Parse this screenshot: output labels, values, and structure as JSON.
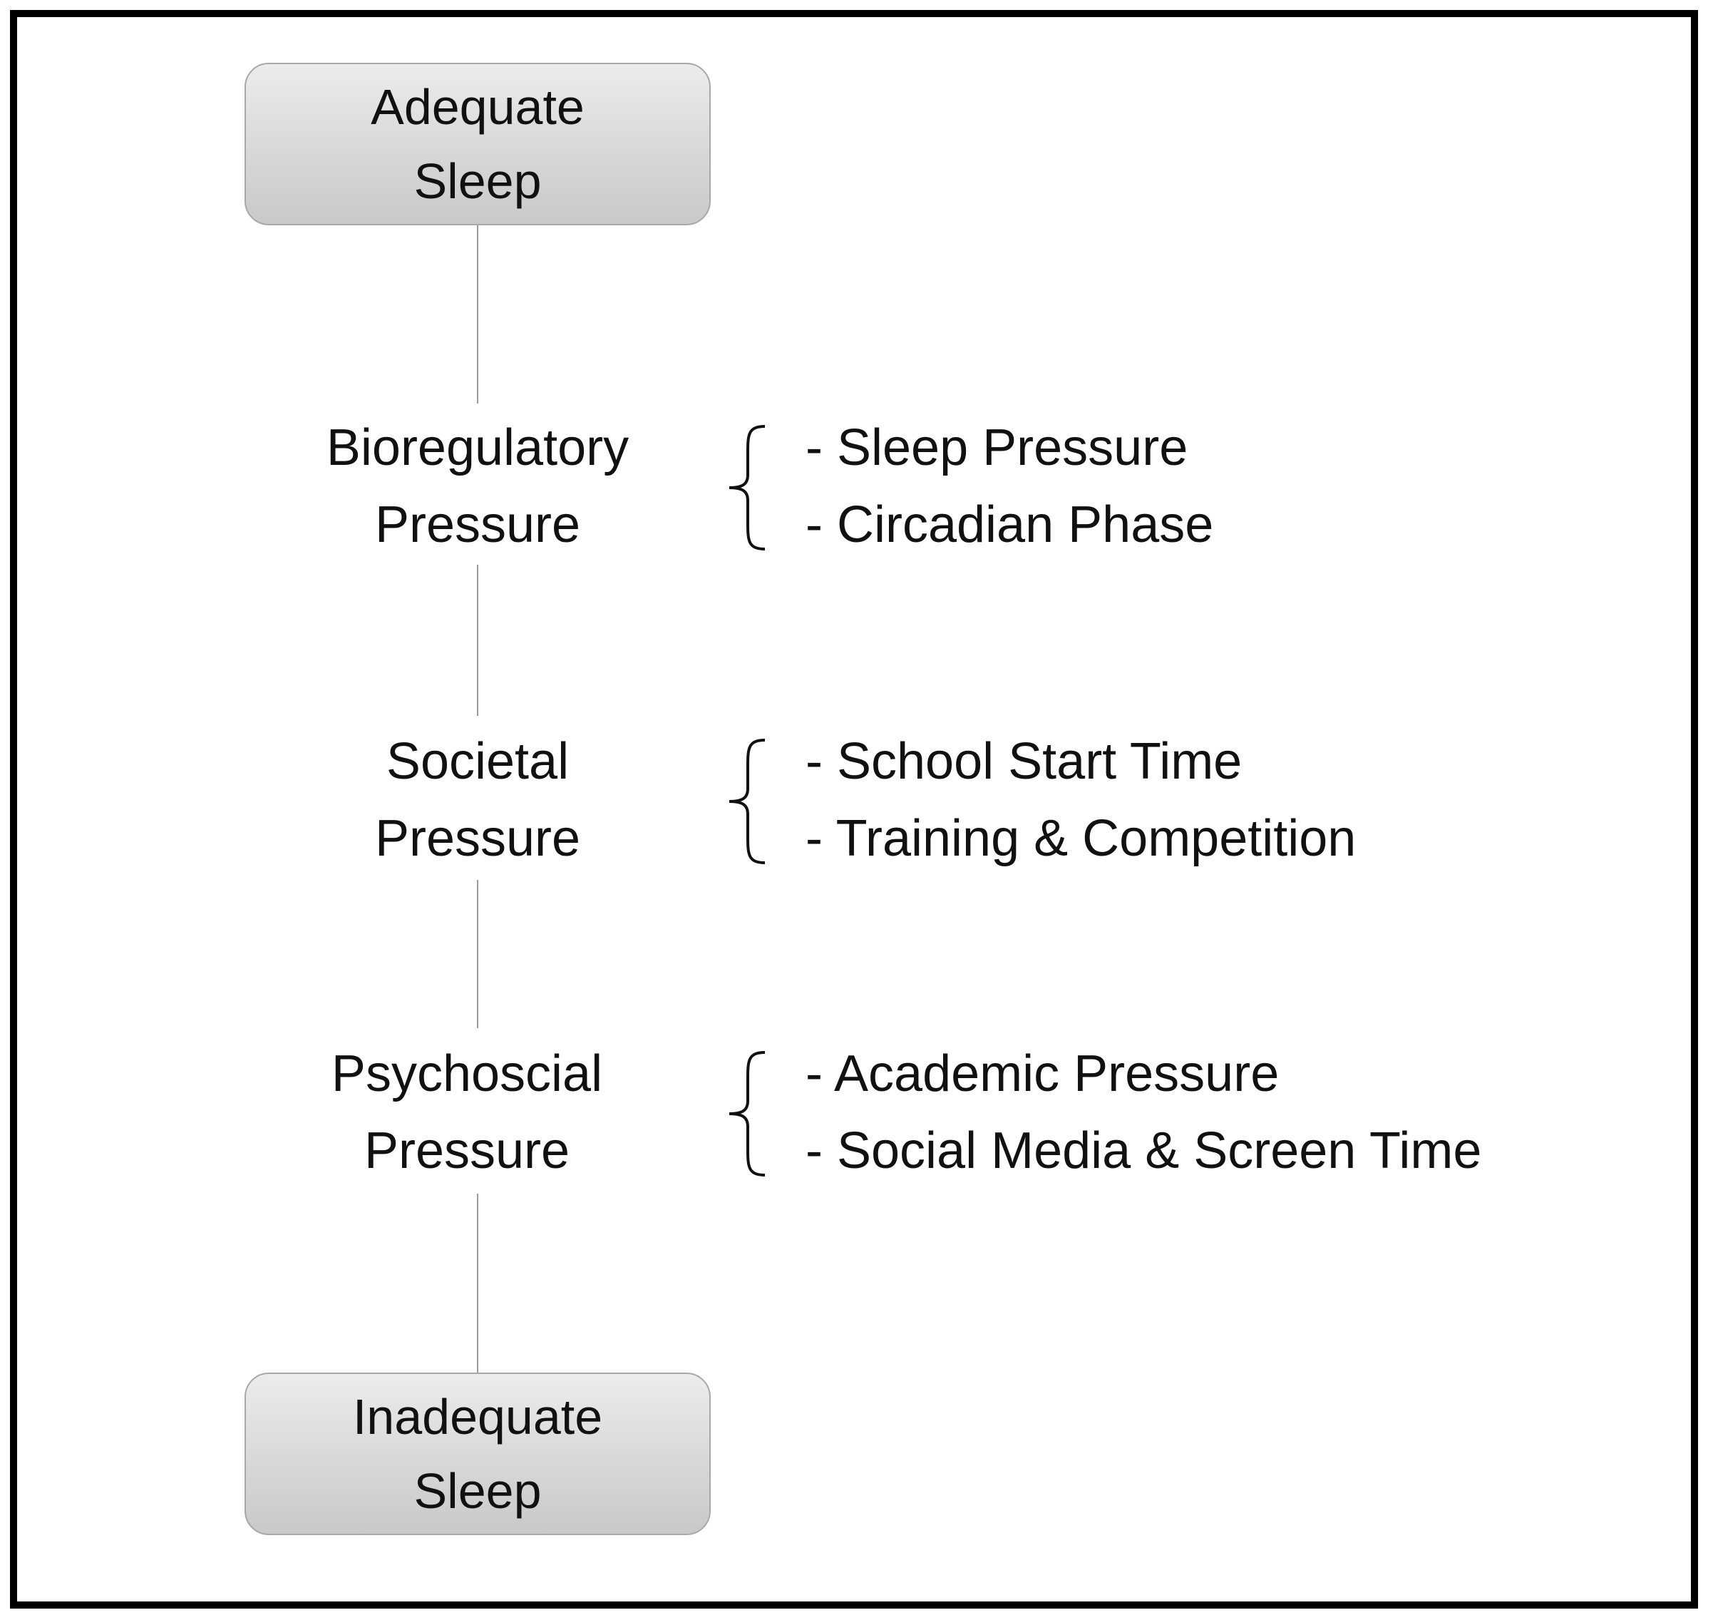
{
  "diagram": {
    "top_node": {
      "line1": "Adequate",
      "line2": "Sleep"
    },
    "bottom_node": {
      "line1": "Inadequate",
      "line2": "Sleep"
    },
    "levels": [
      {
        "line1": "Bioregulatory",
        "line2": "Pressure",
        "factors": [
          "- Sleep Pressure",
          "- Circadian Phase"
        ]
      },
      {
        "line1": "Societal",
        "line2": "Pressure",
        "factors": [
          "- School Start Time",
          "- Training & Competition"
        ]
      },
      {
        "line1": "Psychoscial",
        "line2": "Pressure",
        "factors": [
          "- Academic Pressure",
          "- Social Media & Screen Time"
        ]
      }
    ],
    "colors": {
      "node_fill": "#d8d8d8",
      "node_border": "#a8a8a8",
      "connector": "#9a9a9a",
      "frame": "#000000"
    }
  }
}
